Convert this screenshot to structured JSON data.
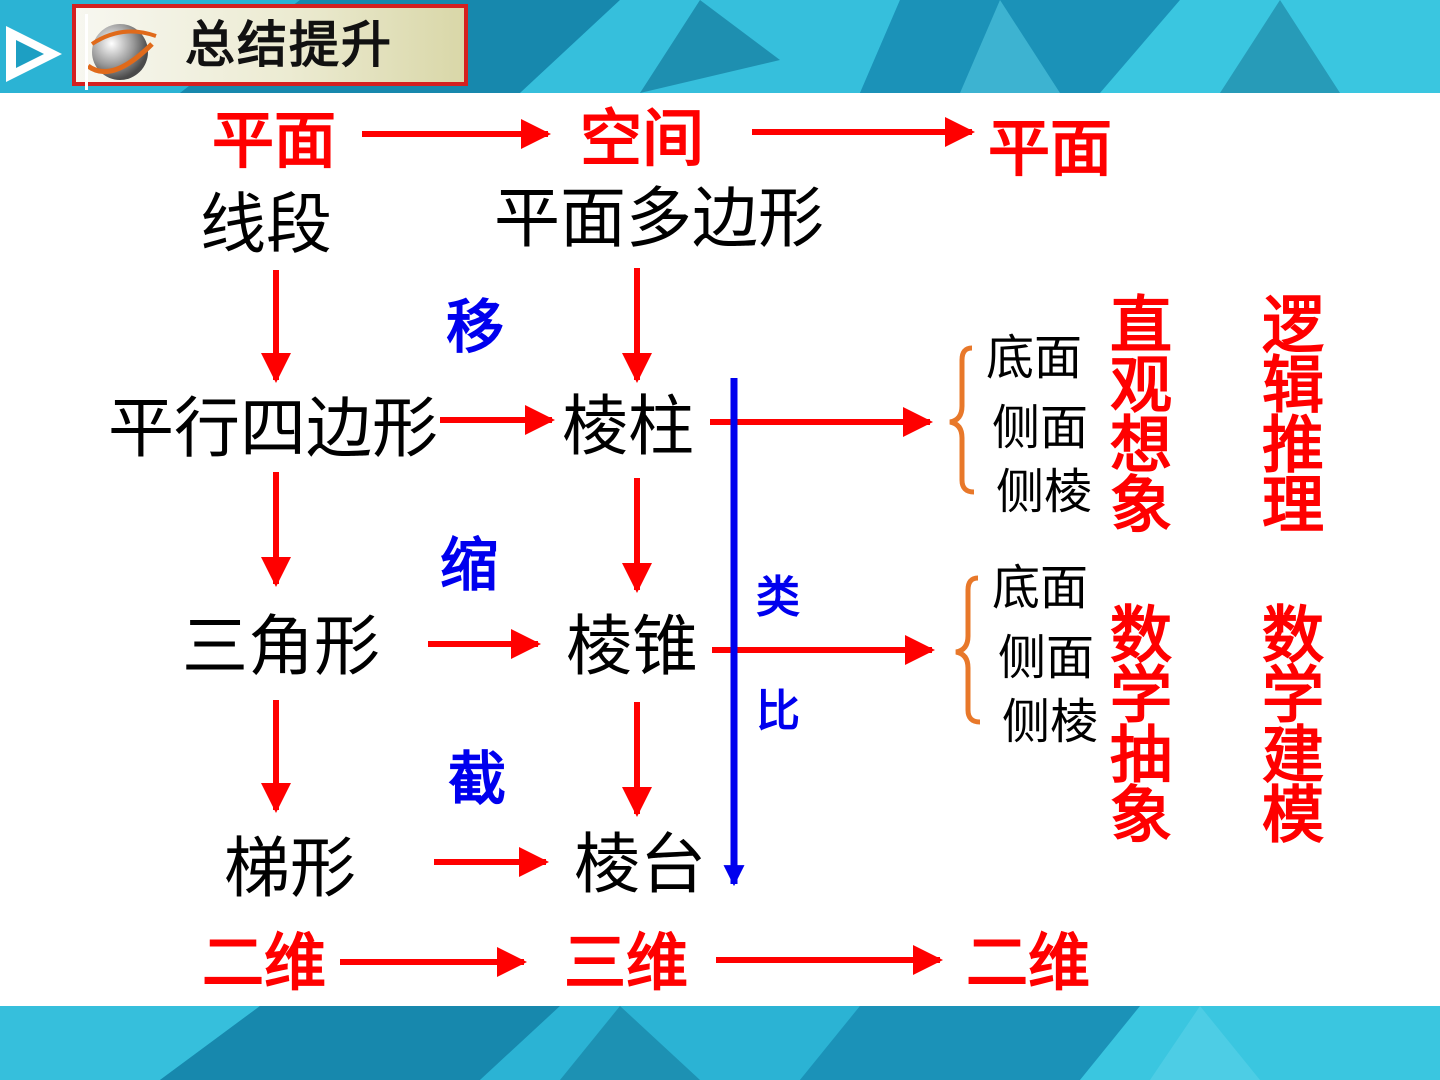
{
  "header": {
    "title": "总结提升"
  },
  "top_row": {
    "left": "平面",
    "middle": "空间",
    "right": "平面"
  },
  "bottom_row": {
    "left": "二维",
    "middle": "三维",
    "right": "二维"
  },
  "left_column": [
    "线段",
    "平行四边形",
    "三角形",
    "梯形"
  ],
  "middle_column": [
    "平面多边形",
    "棱柱",
    "棱锥",
    "棱台"
  ],
  "operations": [
    "移",
    "缩",
    "截"
  ],
  "analogy": [
    "类",
    "比"
  ],
  "prism_parts": [
    "底面",
    "侧面",
    "侧棱"
  ],
  "pyramid_parts": [
    "底面",
    "侧面",
    "侧棱"
  ],
  "competencies": {
    "col1_top": "直观想象",
    "col1_bottom": "数学抽象",
    "col2_top": "逻辑推理",
    "col2_bottom": "数学建模"
  },
  "colors": {
    "red": "#ff0000",
    "blue": "#0000ee",
    "orange": "#e8782a",
    "band": "#1fa2c4"
  }
}
